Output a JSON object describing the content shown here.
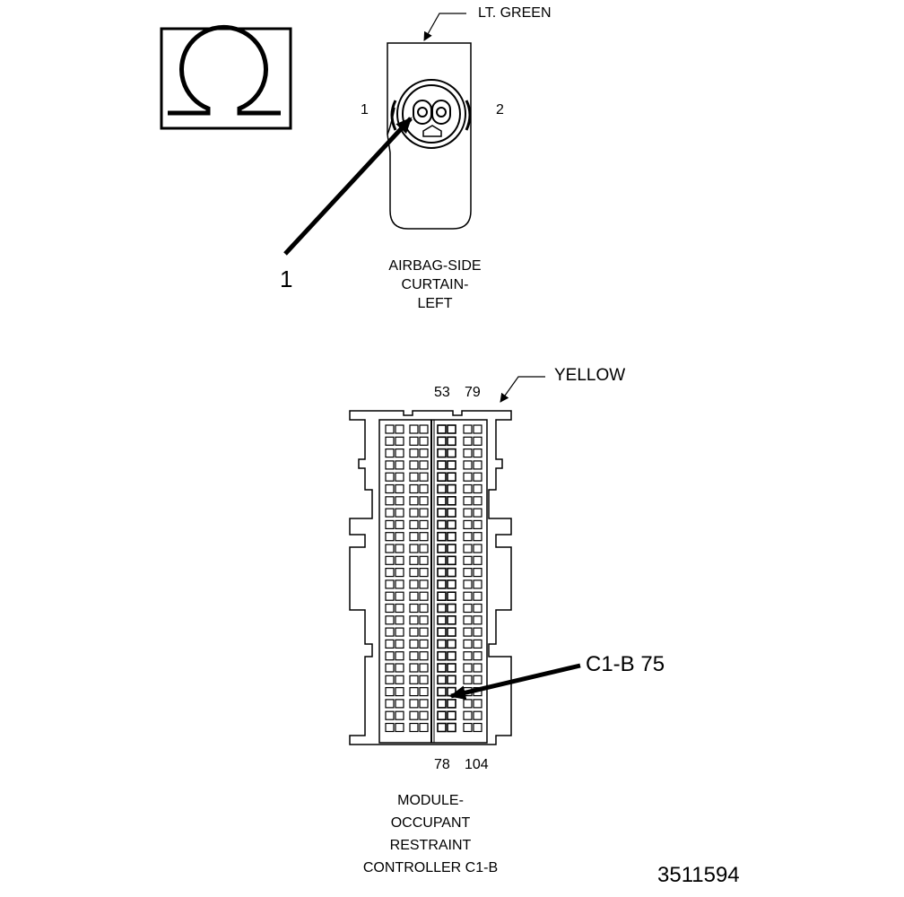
{
  "omega_box": {
    "icon": "ohm-symbol-icon"
  },
  "top_connector": {
    "color_label": "LT. GREEN",
    "pin_left": "1",
    "pin_right": "2",
    "callout": "1",
    "name_lines": [
      "AIRBAG-SIDE",
      "CURTAIN-",
      "LEFT"
    ]
  },
  "bottom_connector": {
    "color_label": "YELLOW",
    "top_pins": [
      "53",
      "79"
    ],
    "bottom_pins": [
      "78",
      "104"
    ],
    "callout": "C1-B 75",
    "name_lines": [
      "MODULE-",
      "OCCUPANT",
      "RESTRAINT",
      "CONTROLLER C1-B"
    ]
  },
  "figure_number": "3511594"
}
